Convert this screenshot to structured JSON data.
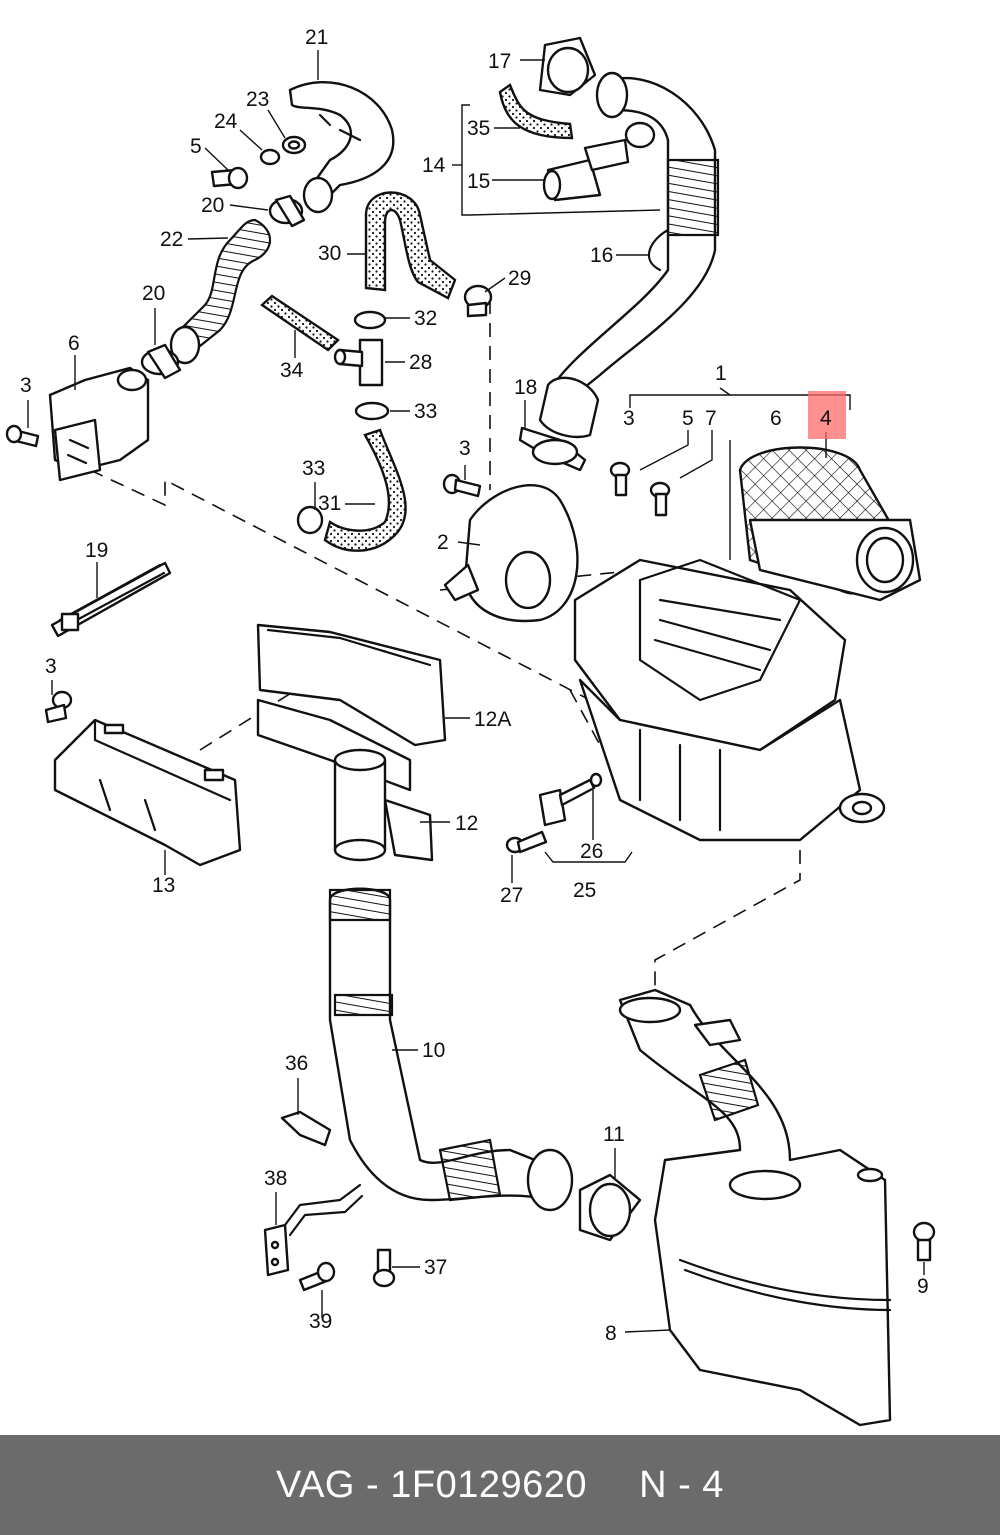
{
  "footer": {
    "brand": "VAG",
    "separator": "-",
    "part_number": "1F0129620",
    "position_prefix": "N",
    "position_separator": "-",
    "position_number": "4"
  },
  "highlight": {
    "label": "4",
    "color": "#ff6b6b"
  },
  "colors": {
    "footer_bg": "#6b6b6b",
    "footer_text": "#ffffff",
    "line": "#111111"
  },
  "callouts": [
    "21",
    "23",
    "24",
    "5",
    "20",
    "22",
    "20",
    "6",
    "3",
    "30",
    "32",
    "34",
    "28",
    "33",
    "33",
    "31",
    "17",
    "35",
    "14",
    "15",
    "16",
    "29",
    "18",
    "3",
    "2",
    "1",
    "3",
    "5",
    "7",
    "6",
    "4",
    "19",
    "3",
    "12A",
    "12",
    "13",
    "26",
    "25",
    "27",
    "10",
    "36",
    "11",
    "38",
    "37",
    "39",
    "9",
    "8"
  ]
}
